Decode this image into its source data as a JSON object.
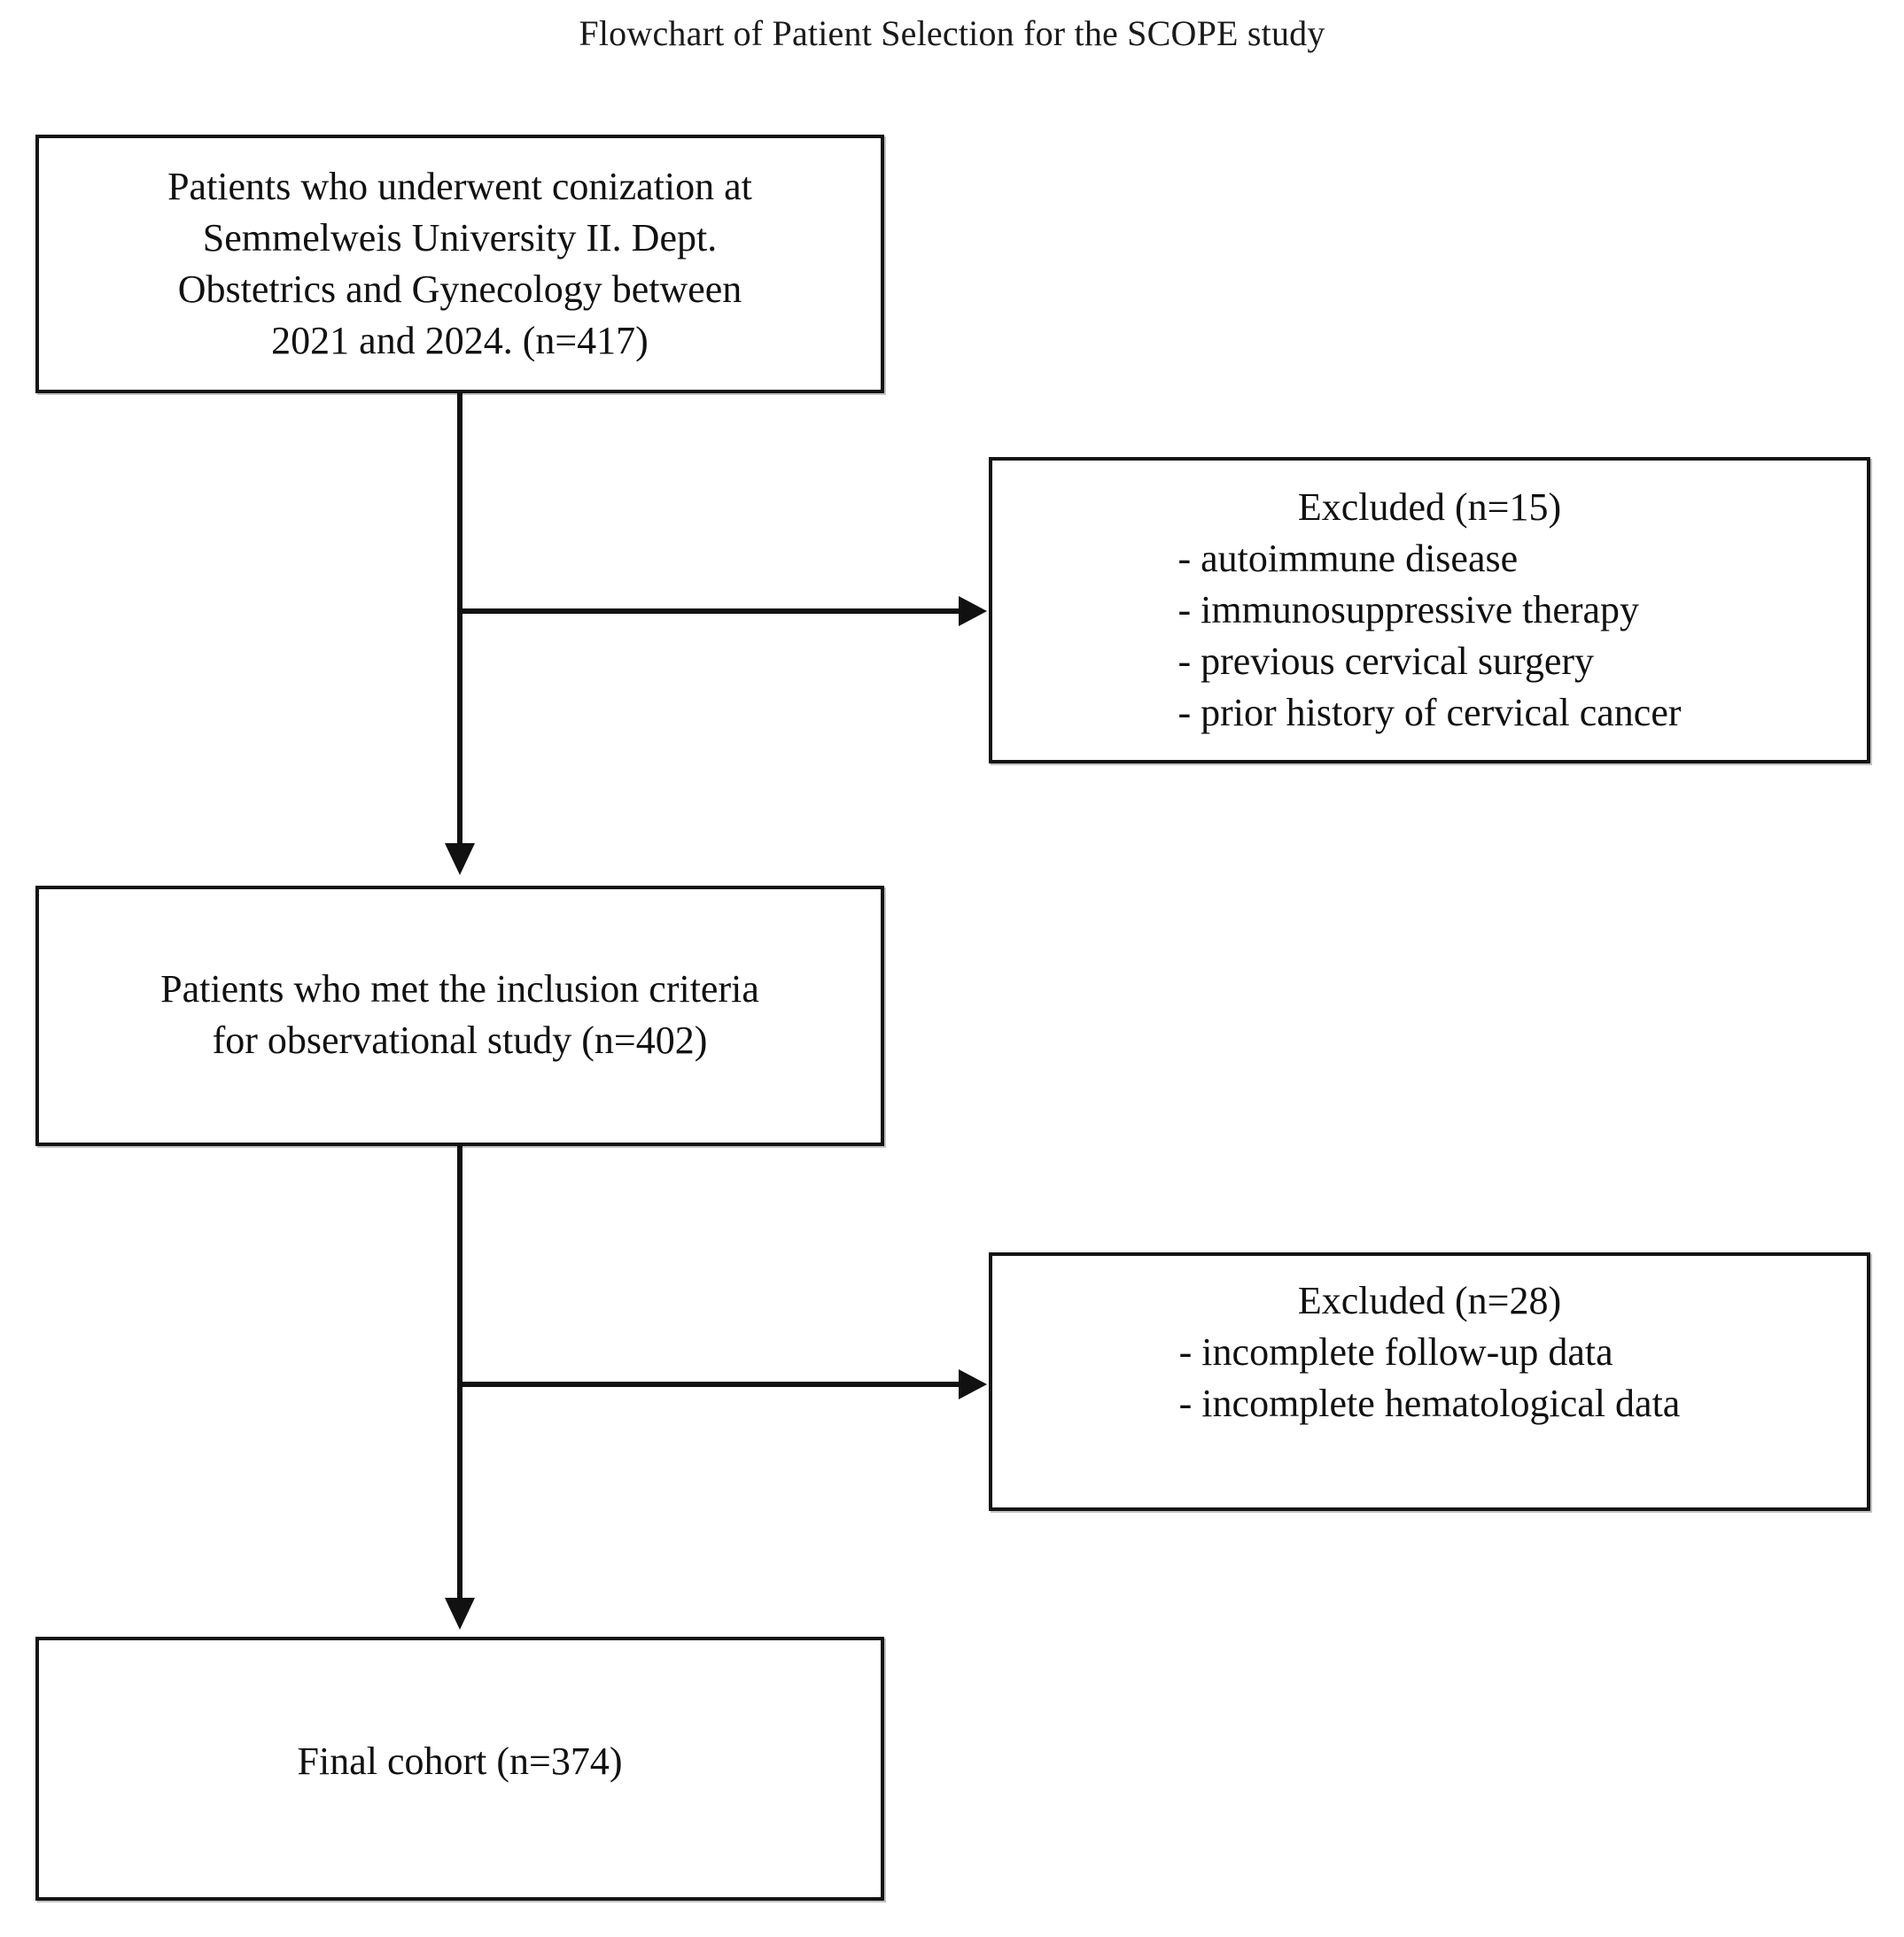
{
  "title": "Flowchart of Patient Selection for the SCOPE study",
  "colors": {
    "background": "#ffffff",
    "box_border": "#141414",
    "connector": "#111111",
    "text": "#111111"
  },
  "boxes": {
    "cohort": {
      "name": "source-cohort-box",
      "lines": [
        "Patients who underwent conization at",
        "Semmelweis University II. Dept.",
        "Obstetrics and Gynecology between",
        "2021 and 2024. (n=417)"
      ],
      "n": 417
    },
    "excluded_1": {
      "name": "excluded-box-1",
      "heading": "Excluded (n=15)",
      "n": 15,
      "reasons": [
        "- autoimmune disease",
        "- immunosuppressive therapy",
        "- previous cervical surgery",
        "- prior history of cervical cancer"
      ]
    },
    "inclusion": {
      "name": "inclusion-criteria-box",
      "lines": [
        "Patients who met the inclusion criteria",
        "for observational study (n=402)"
      ],
      "n": 402
    },
    "excluded_2": {
      "name": "excluded-box-2",
      "heading": "Excluded (n=28)",
      "n": 28,
      "reasons": [
        "- incomplete follow-up data",
        "- incomplete hematological data"
      ]
    },
    "final": {
      "name": "final-cohort-box",
      "lines": [
        "Final cohort (n=374)"
      ],
      "n": 374
    }
  },
  "connectors": [
    {
      "name": "cohort-to-inclusion",
      "type": "arrow-down",
      "from": "cohort",
      "to": "inclusion"
    },
    {
      "name": "cohort-to-excluded-1",
      "type": "arrow-right",
      "from": "cohort",
      "to": "excluded_1"
    },
    {
      "name": "inclusion-to-final",
      "type": "arrow-down",
      "from": "inclusion",
      "to": "final"
    },
    {
      "name": "inclusion-to-excluded-2",
      "type": "arrow-right",
      "from": "inclusion",
      "to": "excluded_2"
    }
  ],
  "chart_data": {
    "type": "flowchart",
    "title": "Flowchart of Patient Selection for the SCOPE study",
    "nodes": [
      {
        "id": "cohort",
        "label": "Patients who underwent conization at Semmelweis University II. Dept. Obstetrics and Gynecology between 2021 and 2024. (n=417)",
        "n": 417
      },
      {
        "id": "excluded_1",
        "label": "Excluded (n=15) - autoimmune disease; immunosuppressive therapy; previous cervical surgery; prior history of cervical cancer",
        "n": 15
      },
      {
        "id": "inclusion",
        "label": "Patients who met the inclusion criteria for observational study (n=402)",
        "n": 402
      },
      {
        "id": "excluded_2",
        "label": "Excluded (n=28) - incomplete follow-up data; incomplete hematological data",
        "n": 28
      },
      {
        "id": "final",
        "label": "Final cohort (n=374)",
        "n": 374
      }
    ],
    "edges": [
      {
        "from": "cohort",
        "to": "excluded_1"
      },
      {
        "from": "cohort",
        "to": "inclusion"
      },
      {
        "from": "inclusion",
        "to": "excluded_2"
      },
      {
        "from": "inclusion",
        "to": "final"
      }
    ]
  }
}
